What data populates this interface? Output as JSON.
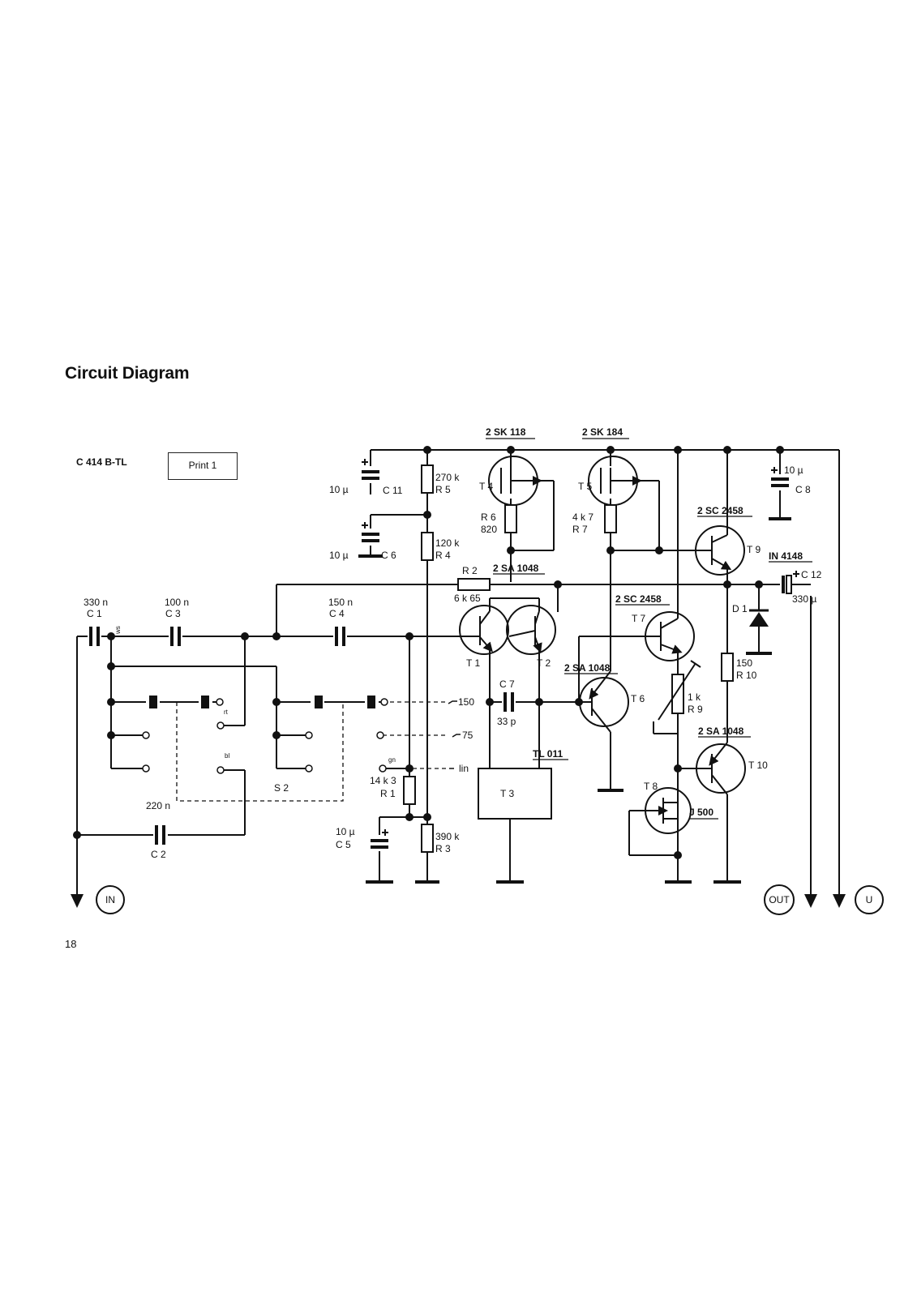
{
  "title": "Circuit Diagram",
  "model": "C 414 B-TL",
  "print_label": "Print 1",
  "page_number": "18",
  "labels": {
    "c1_val": "330 n",
    "c1": "C 1",
    "c3_val": "100 n",
    "c3": "C 3",
    "c4_val": "150 n",
    "c4": "C 4",
    "c2_val": "220 n",
    "c2": "C 2",
    "c11_val": "10 µ",
    "c11": "C 11",
    "c6_val": "10 µ",
    "c6": "C 6",
    "c5_val": "10 µ",
    "c5": "C 5",
    "c8_val": "10 µ",
    "c8": "C 8",
    "c7": "C 7",
    "c7_val": "33 p",
    "c12": "C 12",
    "c12_val": "330 µ",
    "r5_val": "270 k",
    "r5": "R 5",
    "r4_val": "120 k",
    "r4": "R 4",
    "r2": "R 2",
    "r2_val": "6 k 65",
    "r6": "R 6",
    "r6_val": "820",
    "r7_val": "4 k 7",
    "r7": "R 7",
    "r1_val": "14 k 3",
    "r1": "R 1",
    "r3_val": "390 k",
    "r3": "R 3",
    "r9_val": "1 k",
    "r9": "R 9",
    "r10_val": "150",
    "r10": "R 10",
    "t1": "T 1",
    "t2": "T 2",
    "t3": "T 3",
    "t4": "T 4",
    "t5": "T 5",
    "t6": "T 6",
    "t7": "T 7",
    "t8": "T 8",
    "t9": "T 9",
    "t10": "T 10",
    "d1": "D 1",
    "s2": "S 2",
    "part_t4": "2 SK 118",
    "part_t5": "2 SK 184",
    "part_t1t2": "2 SA 1048",
    "part_t6": "2 SA 1048",
    "part_t7": "2 SC 2458",
    "part_t9": "2 SC 2458",
    "part_t10": "2 SA 1048",
    "part_t3": "TL 011",
    "part_t8": "J 500",
    "part_d1": "IN 4148",
    "sel_150": "150",
    "sel_75": "75",
    "sel_lin": "lin",
    "wire_ws": "ws",
    "wire_rt": "rt",
    "wire_bl": "bl",
    "wire_gn": "gn",
    "port_in": "IN",
    "port_out": "OUT",
    "port_u": "U"
  }
}
